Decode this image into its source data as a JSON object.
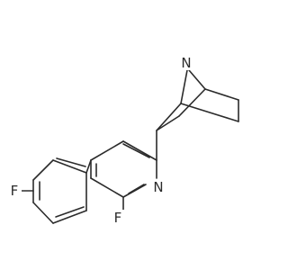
{
  "atoms": {
    "n_bridge": "N",
    "n_pyridine": "N",
    "f_pyridine": "F",
    "f_phenyl": "F"
  },
  "colors": {
    "bond": "#2b2b2b",
    "background": "#ffffff"
  }
}
